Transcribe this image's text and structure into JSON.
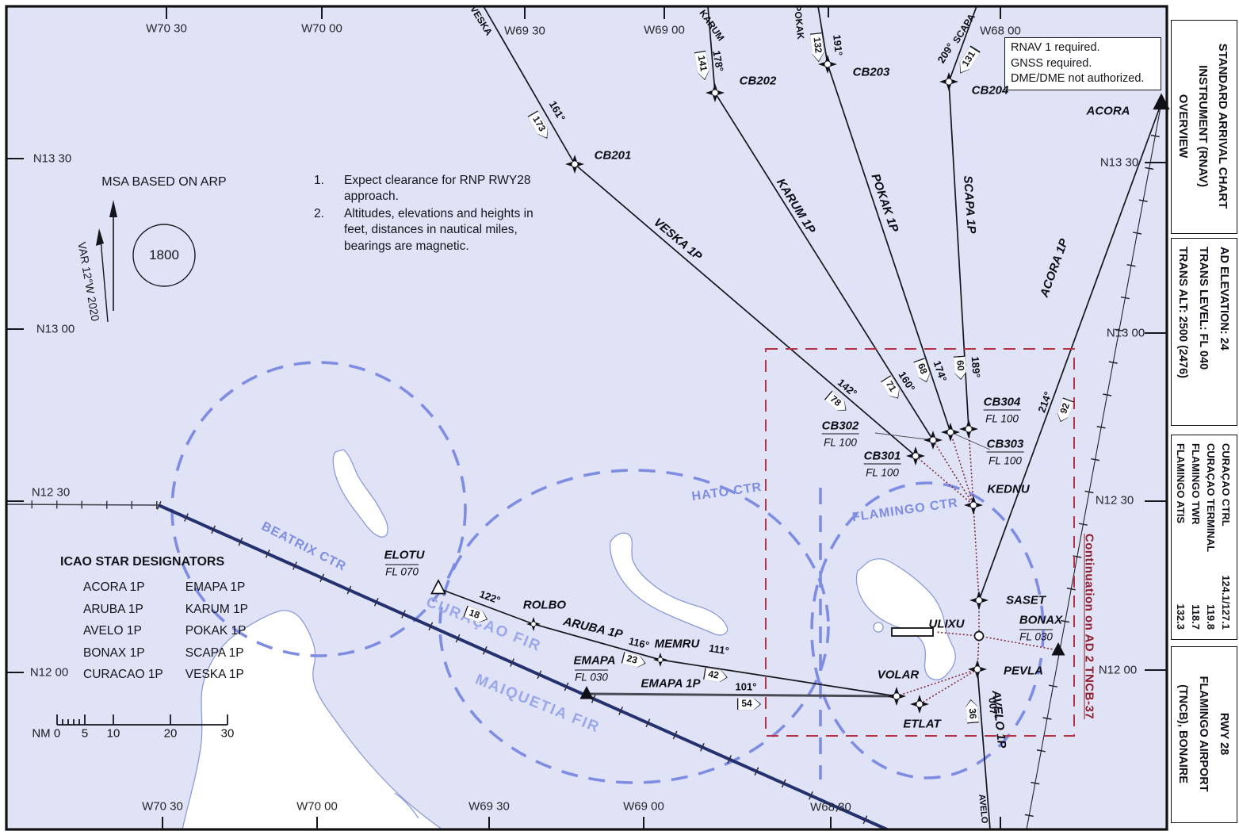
{
  "sidebar": {
    "title_lines": [
      "STANDARD ARRIVAL CHART",
      "INSTRUMENT (RNAV)",
      "OVERVIEW"
    ],
    "info_lines": [
      "AD ELEVATION: 24",
      "TRANS LEVEL: FL 040",
      "TRANS ALT: 2500 (2476)"
    ],
    "freqs": [
      {
        "name": "CURAÇAO CTRL",
        "freq": "124.1/127.1"
      },
      {
        "name": "CURAÇAO TERMINAL",
        "freq": "119.8"
      },
      {
        "name": "FLAMINGO TWR",
        "freq": "118.7"
      },
      {
        "name": "FLAMINGO ATIS",
        "freq": "132.3"
      }
    ],
    "airport_lines": [
      "RWY 28",
      "FLAMINGO AIRPORT",
      "(TNCB), BONAIRE"
    ]
  },
  "rnav_box": {
    "l1": "RNAV 1 required.",
    "l2": "GNSS required.",
    "l3": "DME/DME not authorized."
  },
  "notes": {
    "n1": "1.",
    "t1": "Expect clearance for RNP RWY28 approach.",
    "n2": "2.",
    "t2": "Altitudes, elevations and heights in feet, distances in nautical miles, bearings are magnetic."
  },
  "msa": {
    "title": "MSA BASED ON ARP",
    "value": "1800",
    "var_label": "VAR 12°W 2020"
  },
  "designators": {
    "title": "ICAO STAR DESIGNATORS",
    "col1": [
      "ACORA 1P",
      "ARUBA 1P",
      "AVELO 1P",
      "BONAX 1P",
      "CURACAO 1P"
    ],
    "col2": [
      "EMAPA 1P",
      "KARUM 1P",
      "POKAK 1P",
      "SCAPA 1P",
      "VESKA 1P"
    ]
  },
  "scale": {
    "unit": "NM",
    "t0": "0",
    "t5": "5",
    "t10": "10",
    "t20": "20",
    "t30": "30"
  },
  "grid": {
    "top": [
      "W70 30",
      "W70 00",
      "W69 30",
      "W69 00",
      "W68 00"
    ],
    "bottom": [
      "W70 30",
      "W70 00",
      "W69 30",
      "W69 00",
      "W68 30"
    ],
    "left": [
      "N13 30",
      "N13 00",
      "N12 30",
      "N12 00"
    ],
    "right": [
      "N13 30",
      "N13 00",
      "N12 30",
      "N12 00"
    ]
  },
  "continuation": "Continuation on AD 2 TNCB-37",
  "airspace": {
    "beatrix": "BEATRIX CTR",
    "hato": "HATO CTR",
    "flamingo": "FLAMINGO CTR",
    "curacao_fir": "CURAÇAO FIR",
    "maiquetia_fir": "MAIQUETIA FIR"
  },
  "fixes": {
    "cb201": "CB201",
    "cb202": "CB202",
    "cb203": "CB203",
    "cb204": "CB204",
    "cb301": "CB301",
    "cb302": "CB302",
    "cb303": "CB303",
    "cb304": "CB304",
    "kednu": "KEDNU",
    "saset": "SASET",
    "ulixu": "ULIXU",
    "bonax": "BONAX",
    "pevla": "PEVLA",
    "volar": "VOLAR",
    "etlat": "ETLAT",
    "elotu": "ELOTU",
    "rolbo": "ROLBO",
    "memru": "MEMRU",
    "emapa": "EMAPA",
    "acora": "ACORA"
  },
  "alts": {
    "fl100": "FL 100",
    "fl070": "FL 070",
    "fl030": "FL 030"
  },
  "routes": {
    "veska": "VESKA 1P",
    "karum": "KARUM 1P",
    "pokak": "POKAK 1P",
    "scapa": "SCAPA 1P",
    "acora": "ACORA 1P",
    "aruba": "ARUBA 1P",
    "emapa": "EMAPA 1P",
    "avelo": "AVELO 1P",
    "entry_veska": "VESKA",
    "entry_karum": "KARUM",
    "entry_pokak": "POKAK",
    "entry_scapa": "SCAPA",
    "entry_avelo": "AVELO"
  },
  "legs": {
    "veska1": {
      "brg": "161°",
      "dist": "173"
    },
    "veska2": {
      "brg": "142°",
      "dist": "78"
    },
    "karum1": {
      "brg": "178°",
      "dist": "141"
    },
    "karum2": {
      "brg": "160°",
      "dist": "71"
    },
    "pokak1": {
      "brg": "191°",
      "dist": "132"
    },
    "pokak2": {
      "brg": "174°",
      "dist": "68"
    },
    "scapa1": {
      "brg": "209°",
      "dist": "131"
    },
    "scapa2": {
      "brg": "189°",
      "dist": "60"
    },
    "acora": {
      "brg": "214°",
      "dist": "92"
    },
    "aruba1": {
      "brg": "122°",
      "dist": "18"
    },
    "aruba2": {
      "brg": "116°",
      "dist": "23"
    },
    "aruba3": {
      "brg": "111°",
      "dist": "42"
    },
    "emapa": {
      "brg": "101°",
      "dist": "54"
    },
    "avelo": {
      "brg": "007°",
      "dist": "36"
    }
  },
  "colors": {
    "sea": "#e0e3f5",
    "ctr_blue": "#7e8ce2",
    "fir_blue": "#9aa7e8",
    "fir_line": "#25316f",
    "restricted_red": "#b83246",
    "dotted_red": "#7c2b3c"
  }
}
